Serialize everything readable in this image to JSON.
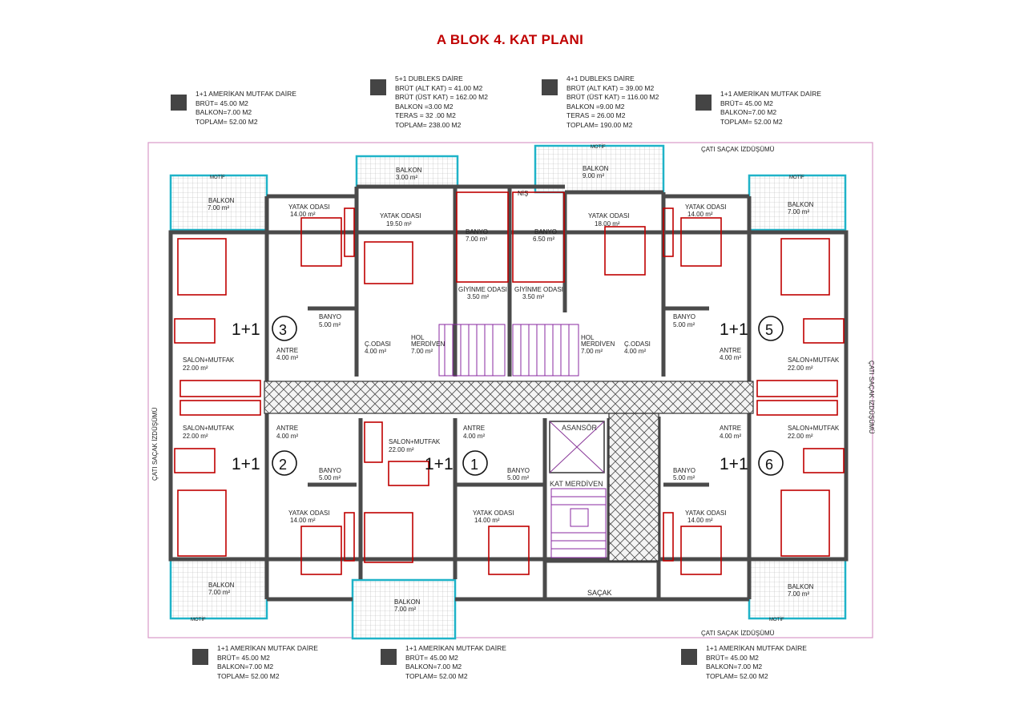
{
  "title": "A BLOK 4. KAT PLANI",
  "legends": {
    "top_left": {
      "lines": [
        "1+1 AMERİKAN MUTFAK DAİRE",
        "BRÜT= 45.00 M2",
        "BALKON=7.00 M2",
        "TOPLAM= 52.00 M2"
      ]
    },
    "top_mid1": {
      "lines": [
        "5+1 DUBLEKS DAİRE",
        "BRÜT (ALT KAT) = 41.00 M2",
        "BRÜT (ÜST KAT) = 162.00 M2",
        "BALKON =3.00 M2",
        "TERAS = 32 .00 M2",
        "TOPLAM= 238.00 M2"
      ]
    },
    "top_mid2": {
      "lines": [
        "4+1 DUBLEKS DAİRE",
        "BRÜT (ALT KAT) = 39.00 M2",
        "BRÜT (ÜST KAT) = 116.00 M2",
        "BALKON =9.00 M2",
        "TERAS = 26.00 M2",
        "TOPLAM= 190.00 M2"
      ]
    },
    "top_right": {
      "lines": [
        "1+1 AMERİKAN MUTFAK DAİRE",
        "BRÜT= 45.00 M2",
        "BALKON=7.00 M2",
        "TOPLAM= 52.00 M2"
      ]
    },
    "bot_left": {
      "lines": [
        "1+1 AMERİKAN MUTFAK DAİRE",
        "BRÜT= 45.00 M2",
        "BALKON=7.00 M2",
        "TOPLAM= 52.00 M2"
      ]
    },
    "bot_mid": {
      "lines": [
        "1+1 AMERİKAN MUTFAK DAİRE",
        "BRÜT= 45.00 M2",
        "BALKON=7.00 M2",
        "TOPLAM= 52.00 M2"
      ]
    },
    "bot_right": {
      "lines": [
        "1+1 AMERİKAN MUTFAK DAİRE",
        "BRÜT= 45.00 M2",
        "BALKON=7.00 M2",
        "TOPLAM= 52.00 M2"
      ]
    }
  },
  "plan": {
    "roof_projection": "ÇATI SAÇAK İZDÜŞÜMÜ",
    "motif": "MOTİF",
    "units": {
      "u1": "1+1",
      "n1": "1",
      "n2": "2",
      "n3": "3",
      "n5": "5",
      "n6": "6"
    },
    "elevator": "ASANSÖR",
    "stair": "KAT MERDİVEN",
    "eave": "SAÇAK",
    "nis": "NİŞ",
    "rooms": {
      "balkon": "BALKON",
      "yatak": "YATAK ODASI",
      "banyo": "BANYO",
      "salon": "SALON+MUTFAK",
      "antre": "ANTRE",
      "codasi": "Ç.ODASI",
      "hol": "HOL",
      "merdiven": "MERDİVEN",
      "giyinme": "GİYİNME ODASI"
    },
    "areas": {
      "a7": "7.00 m²",
      "a3": "3.00 m²",
      "a9": "9.00 m²",
      "a14": "14.00 m²",
      "a195": "19.50 m²",
      "a18": "18.00 m²",
      "a65": "6.50 m²",
      "a35": "3.50 m²",
      "a5": "5.00 m²",
      "a4": "4.00 m²",
      "a22": "22.00 m²"
    }
  }
}
